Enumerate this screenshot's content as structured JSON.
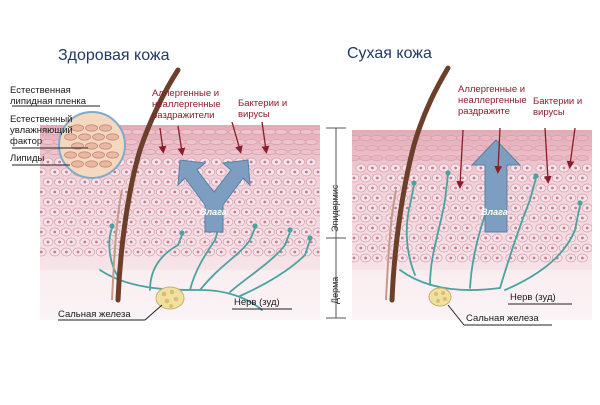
{
  "healthy": {
    "title": "Здоровая кожа",
    "lipid_film": [
      "Естественная",
      "липидная  пленка"
    ],
    "moisture_factor": [
      "Естественный",
      "увлажняющий",
      "фактор"
    ],
    "lipids": "Липиды",
    "irritants": [
      "Аллергенные и",
      "неаллергенные",
      "раздражители"
    ],
    "bacteria": [
      "Бактерии и",
      "вирусы"
    ],
    "moisture": "Влага",
    "sebaceous": "Сальная железа",
    "nerve": "Нерв (зуд)"
  },
  "dry": {
    "title": "Сухая кожа",
    "irritants": [
      "Аллергенные и",
      "неаллергенные",
      "раздражите"
    ],
    "bacteria": [
      "Бактерии и",
      "вирусы"
    ],
    "moisture": "Влага",
    "sebaceous": "Сальная железа",
    "nerve": "Нерв (зуд)"
  },
  "layers": {
    "epidermis": "Эпидермис",
    "dermis": "Дерма"
  },
  "colors": {
    "skin_top": "#e6b8c0",
    "cell_fill": "#f6e4ea",
    "cell_stroke": "#d4a0ad",
    "dermis": "#f8eef1",
    "hair": "#6b3f2a",
    "nerve": "#4ba3a0",
    "arrow": "#7d9ec1",
    "red_text": "#8a1d2c",
    "title": "#1f3a64"
  }
}
